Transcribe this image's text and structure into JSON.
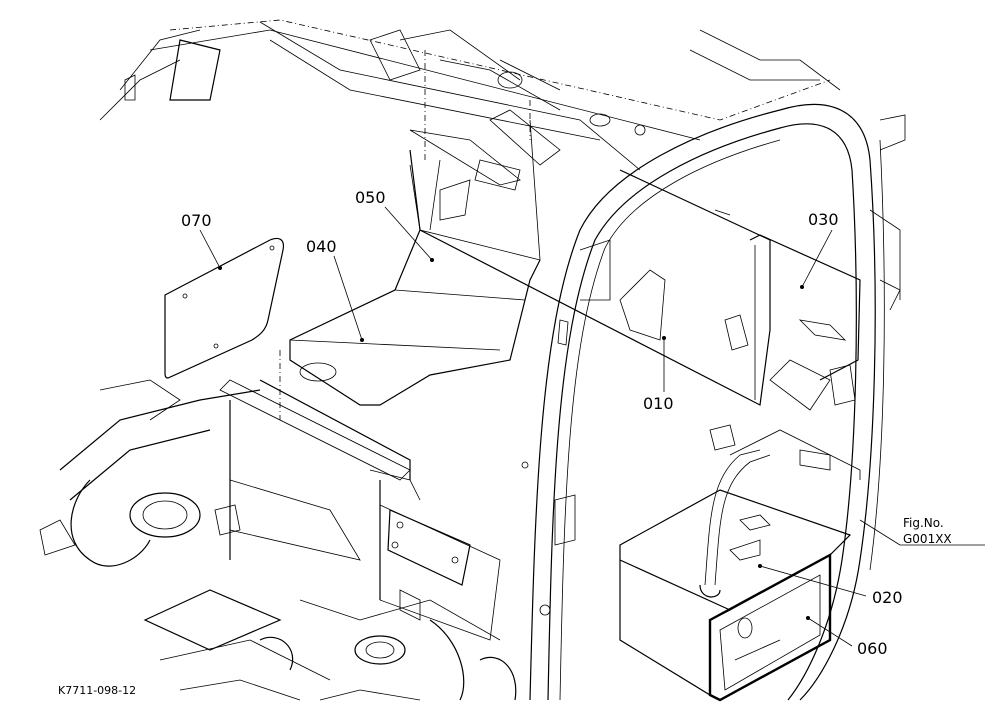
{
  "diagram": {
    "callouts": {
      "p010": "010",
      "p020": "020",
      "p030": "030",
      "p040": "040",
      "p050": "050",
      "p060": "060",
      "p070": "070"
    },
    "figure_label": "Fig.No.",
    "figure_number": "G001XX",
    "drawing_code": "K7711-098-12"
  }
}
